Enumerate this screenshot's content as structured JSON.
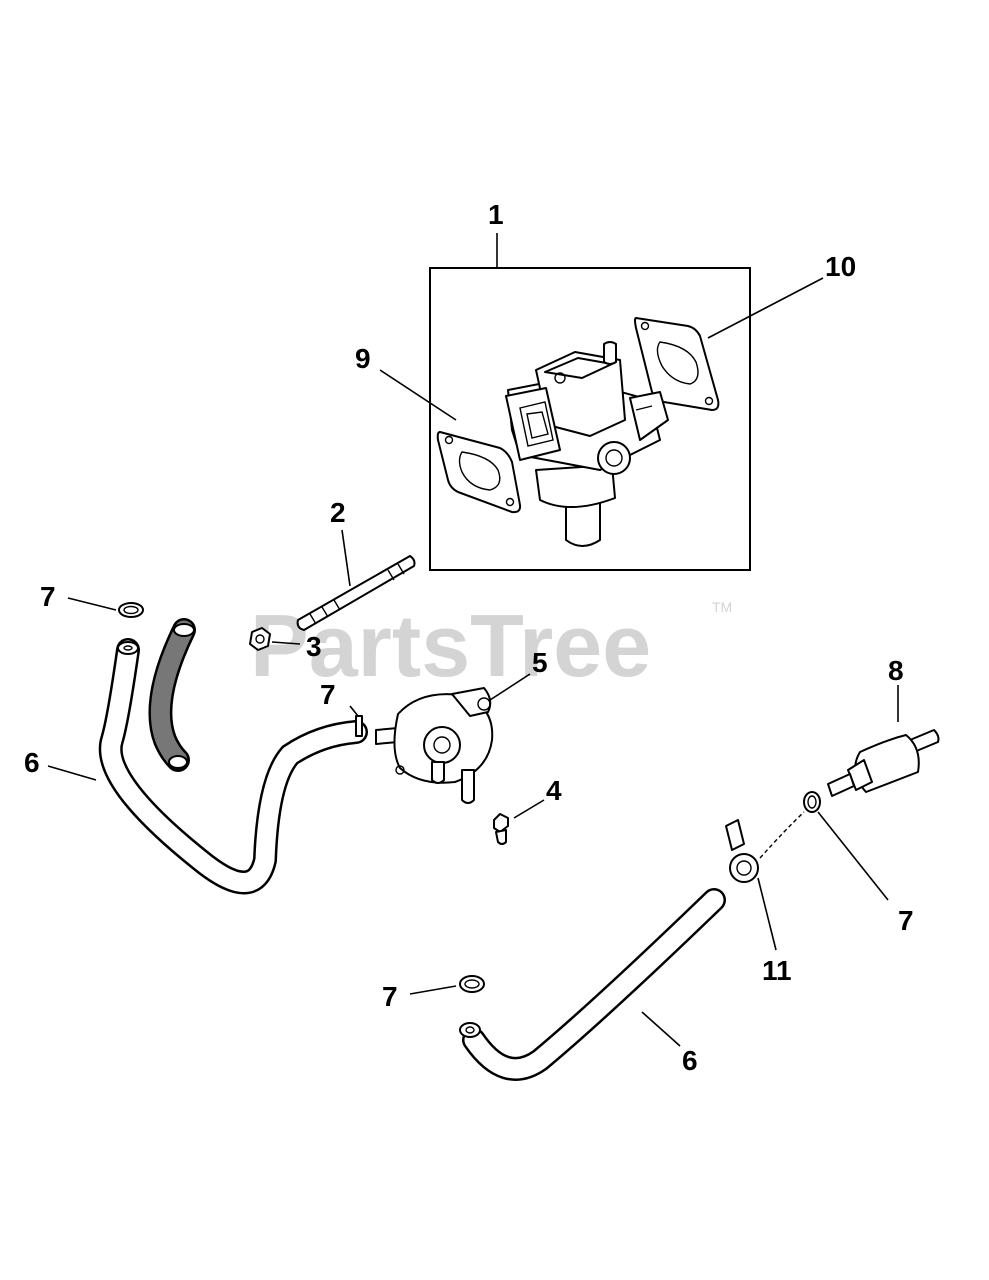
{
  "watermark": {
    "brand": "PartsTree",
    "trademark": "TM"
  },
  "callouts": [
    {
      "id": "c1",
      "text": "1"
    },
    {
      "id": "c10",
      "text": "10"
    },
    {
      "id": "c9",
      "text": "9"
    },
    {
      "id": "c2",
      "text": "2"
    },
    {
      "id": "c7a",
      "text": "7"
    },
    {
      "id": "c3",
      "text": "3"
    },
    {
      "id": "c5",
      "text": "5"
    },
    {
      "id": "c7b",
      "text": "7"
    },
    {
      "id": "c8",
      "text": "8"
    },
    {
      "id": "c6a",
      "text": "6"
    },
    {
      "id": "c4",
      "text": "4"
    },
    {
      "id": "c7c",
      "text": "7"
    },
    {
      "id": "c11",
      "text": "11"
    },
    {
      "id": "c7d",
      "text": "7"
    },
    {
      "id": "c6b",
      "text": "6"
    }
  ]
}
